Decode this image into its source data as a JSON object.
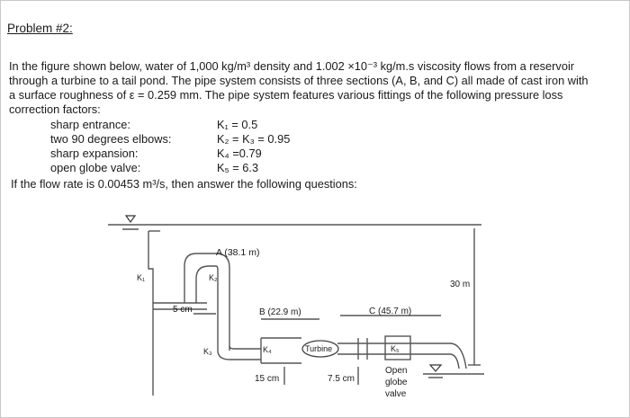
{
  "problem": {
    "title": "Problem #2:",
    "intro_lines": [
      "In the figure shown below, water of 1,000 kg/m³ density and 1.002 ×10⁻³ kg/m.s viscosity flows from a reservoir",
      "through a turbine to a tail pond. The pipe system consists of three sections (A, B, and C) all made of cast iron with",
      "a surface roughness of ε = 0.259 mm. The pipe system features various fittings of the following pressure loss",
      "correction factors:"
    ],
    "fittings": [
      {
        "name": "sharp entrance:",
        "value": "K₁ = 0.5"
      },
      {
        "name": "two 90 degrees elbows:",
        "value": "K₂ = K₃ = 0.95"
      },
      {
        "name": "sharp expansion:",
        "value": "K₄ =0.79"
      },
      {
        "name": "open globe valve:",
        "value": "K₅ = 6.3"
      }
    ],
    "flow_question": "If the flow rate is 0.00453 m³/s, then answer the following questions:"
  },
  "figure": {
    "section_a": "A (38.1 m)",
    "section_b": "B (22.9 m)",
    "section_c": "C (45.7 m)",
    "k1": "K₁",
    "k2": "K₂",
    "k3": "K₃",
    "k4": "K₄",
    "k5": "K₅",
    "dia_a": "5 cm",
    "dia_b": "15 cm",
    "dia_c": "7.5 cm",
    "turbine": "Turbine",
    "height": "30 m",
    "valve_lines": [
      "Open",
      "globe",
      "valve"
    ]
  }
}
